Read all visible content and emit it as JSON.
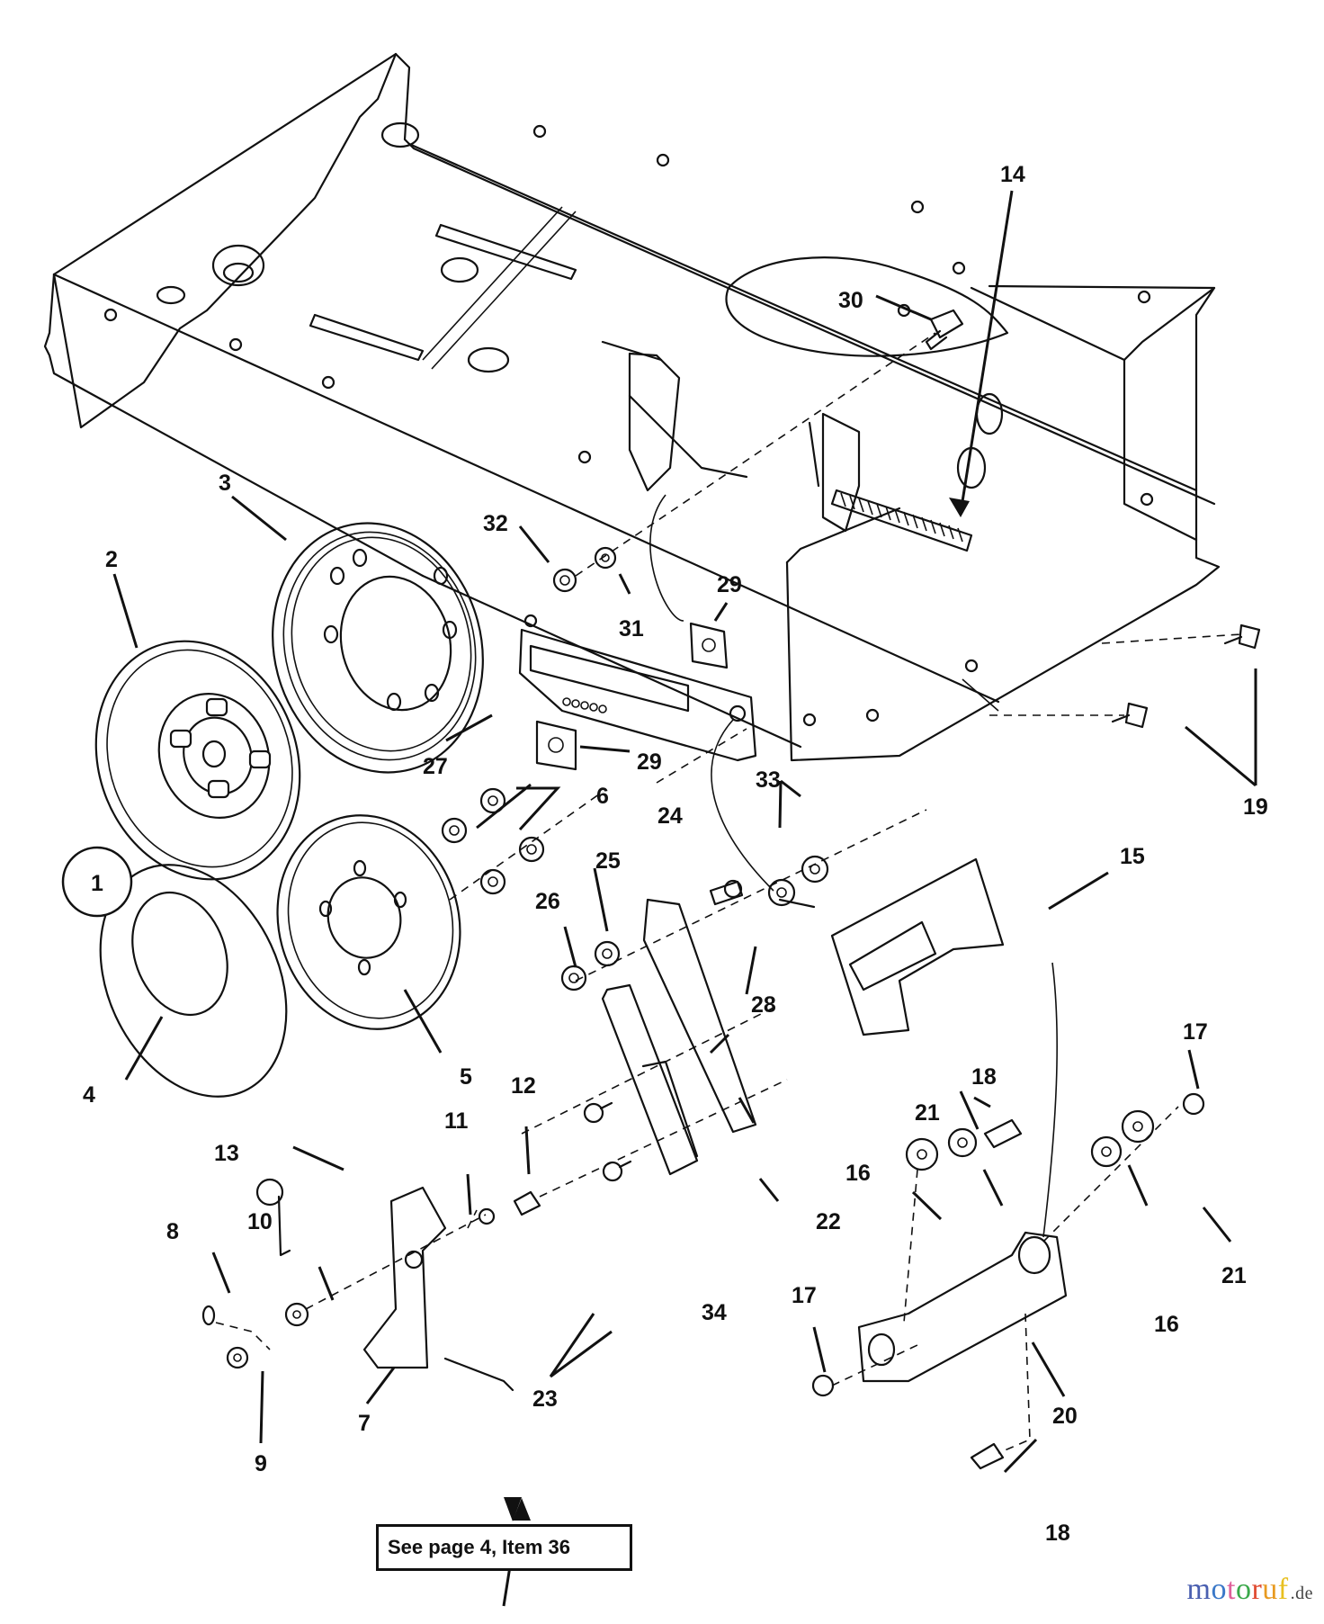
{
  "diagram": {
    "type": "exploded-parts-diagram",
    "assembly_reference": "1",
    "callouts": [
      "2",
      "3",
      "4",
      "5",
      "6",
      "7",
      "8",
      "9",
      "10",
      "11",
      "12",
      "13",
      "14",
      "15",
      "16",
      "16",
      "17",
      "17",
      "18",
      "18",
      "19",
      "20",
      "21",
      "21",
      "22",
      "23",
      "24",
      "25",
      "26",
      "27",
      "28",
      "29",
      "29",
      "30",
      "31",
      "32",
      "33",
      "34"
    ],
    "parts": {
      "p2": "2",
      "p3": "3",
      "p4": "4",
      "p5": "5",
      "p6": "6",
      "p7": "7",
      "p8": "8",
      "p9": "9",
      "p10": "10",
      "p11": "11",
      "p12": "12",
      "p13": "13",
      "p14": "14",
      "p15": "15",
      "p16a": "16",
      "p16b": "16",
      "p17a": "17",
      "p17b": "17",
      "p18a": "18",
      "p18b": "18",
      "p19": "19",
      "p20": "20",
      "p21a": "21",
      "p21b": "21",
      "p22": "22",
      "p23": "23",
      "p24": "24",
      "p25": "25",
      "p26": "26",
      "p27": "27",
      "p28": "28",
      "p29a": "29",
      "p29b": "29",
      "p30": "30",
      "p31": "31",
      "p32": "32",
      "p33": "33",
      "p34": "34"
    },
    "note": "See page 4, Item 36"
  },
  "watermark": {
    "letters": [
      "m",
      "o",
      "t",
      "o",
      "r",
      "u",
      "f"
    ],
    "letter_colors": [
      "#4a5fb0",
      "#3a78c8",
      "#e0609a",
      "#3aa84a",
      "#e04a30",
      "#e89a20",
      "#e8c020"
    ],
    "tld": ".de"
  }
}
